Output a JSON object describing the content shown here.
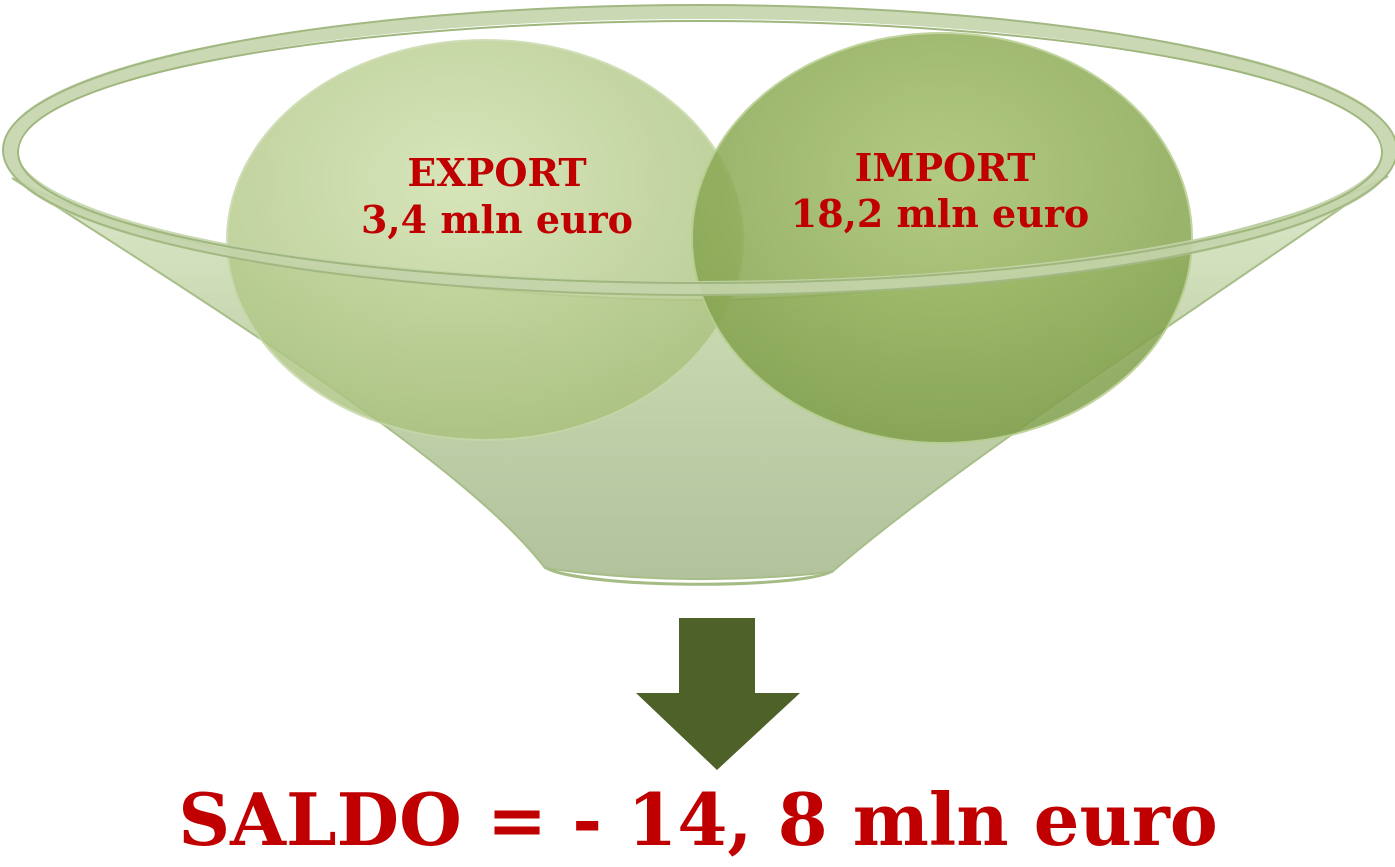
{
  "export": {
    "label": "EXPORT",
    "value": "3,4 mln euro"
  },
  "import": {
    "label": "IMPORT",
    "value": "18,2 mln euro"
  },
  "result": {
    "text": "SALDO = - 14, 8 mln euro"
  },
  "colors": {
    "text_red": "#c00000",
    "funnel_body": "#b2c59b",
    "export_circle": "#b9d08f",
    "import_circle": "#86a84f",
    "arrow": "#4e6128"
  }
}
